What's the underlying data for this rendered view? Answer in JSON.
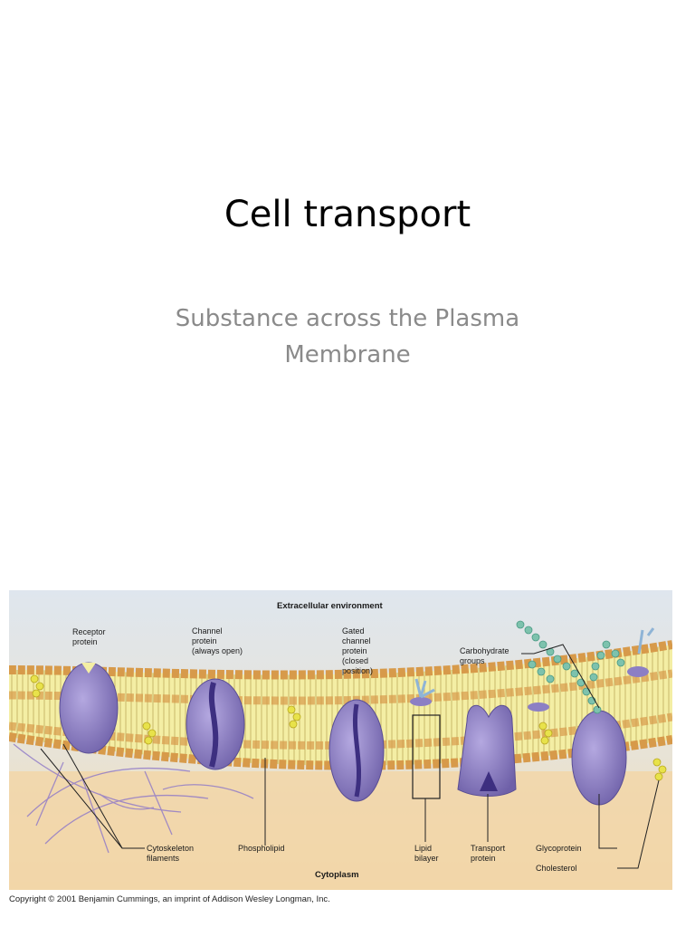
{
  "slide": {
    "title": "Cell transport",
    "subtitle": "Substance across the Plasma Membrane"
  },
  "figure": {
    "heading_top": "Extracellular environment",
    "heading_bottom": "Cytoplasm",
    "labels": {
      "receptor_protein": [
        "Receptor",
        "protein"
      ],
      "channel_protein": [
        "Channel",
        "protein",
        "(always open)"
      ],
      "gated_channel": [
        "Gated",
        "channel",
        "protein",
        "(closed",
        "position)"
      ],
      "carbohydrate_groups": [
        "Carbohydrate",
        "groups"
      ],
      "cytoskeleton": [
        "Cytoskeleton",
        "filaments"
      ],
      "phospholipid": [
        "Phospholipid"
      ],
      "lipid_bilayer": [
        "Lipid",
        "bilayer"
      ],
      "transport_protein": [
        "Transport",
        "protein"
      ],
      "glycoprotein": [
        "Glycoprotein"
      ],
      "cholesterol": [
        "Cholesterol"
      ]
    },
    "colors": {
      "extracellular": "#dfe6ee",
      "cytoplasm": "#f2d6a8",
      "membrane": "#f4eea4",
      "head": "#d79a4a",
      "protein": "#8c7fc4",
      "carbohydrate": "#7dc2ad",
      "cholesterol": "#e8e24a"
    }
  },
  "copyright": "Copyright © 2001 Benjamin Cummings, an imprint of Addison Wesley Longman, Inc."
}
